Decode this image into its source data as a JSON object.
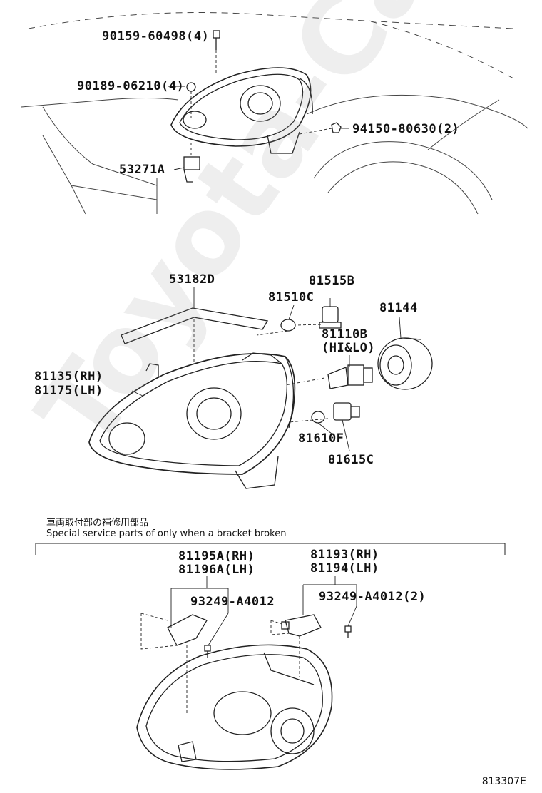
{
  "labels": {
    "p90159": "90159-60498(4)",
    "p90189": "90189-06210(4)",
    "p94150": "94150-80630(2)",
    "p53271": "53271A",
    "p53182": "53182D",
    "p81515": "81515B",
    "p81510": "81510C",
    "p81144": "81144",
    "p81110": "81110B",
    "p81110_sub": "(HI&LO)",
    "p81135": "81135(RH)",
    "p81175": "81175(LH)",
    "p81610": "81610F",
    "p81615": "81615C",
    "p81195": "81195A(RH)",
    "p81196": "81196A(LH)",
    "p81193": "81193(RH)",
    "p81194": "81194(LH)",
    "p93249a": "93249-A4012",
    "p93249b": "93249-A4012(2)"
  },
  "notes": {
    "jp": "車両取付部の補修用部品",
    "en": "Special service parts of only when a bracket broken"
  },
  "figure_code": "813307E",
  "watermark": "Toyota-Camry.ru"
}
